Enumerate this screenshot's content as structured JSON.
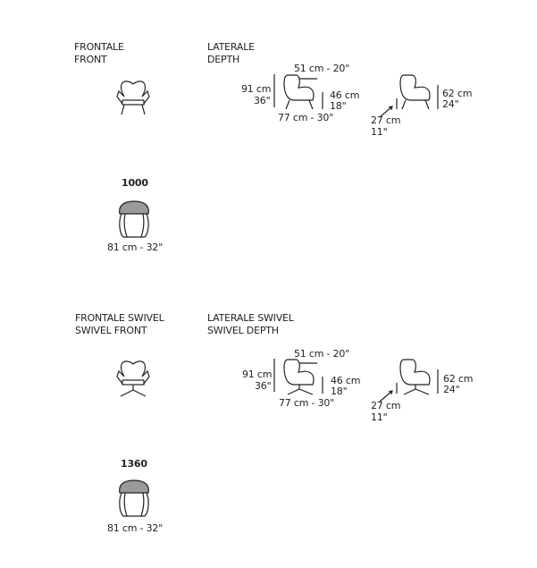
{
  "sections": [
    {
      "front_it": "FRONTALE",
      "front_en": "FRONT",
      "side_it": "LATERALE",
      "side_en": "DEPTH",
      "seat_depth": "51 cm - 20\"",
      "height_cm": "91 cm",
      "height_in": "36\"",
      "seat_h_cm": "46 cm",
      "seat_h_in": "18\"",
      "depth": "77 cm - 30\"",
      "arm_h_cm": "62 cm",
      "arm_h_in": "24\"",
      "leg_cm": "27 cm",
      "leg_in": "11\"",
      "code": "1000",
      "width": "81 cm - 32\""
    },
    {
      "front_it": "FRONTALE SWIVEL",
      "front_en": "SWIVEL FRONT",
      "side_it": "LATERALE SWIVEL",
      "side_en": "SWIVEL DEPTH",
      "seat_depth": "51 cm - 20\"",
      "height_cm": "91 cm",
      "height_in": "36\"",
      "seat_h_cm": "46 cm",
      "seat_h_in": "18\"",
      "depth": "77 cm - 30\"",
      "arm_h_cm": "62 cm",
      "arm_h_in": "24\"",
      "leg_cm": "27 cm",
      "leg_in": "11\"",
      "code": "1360",
      "width": "81 cm - 32\""
    }
  ]
}
